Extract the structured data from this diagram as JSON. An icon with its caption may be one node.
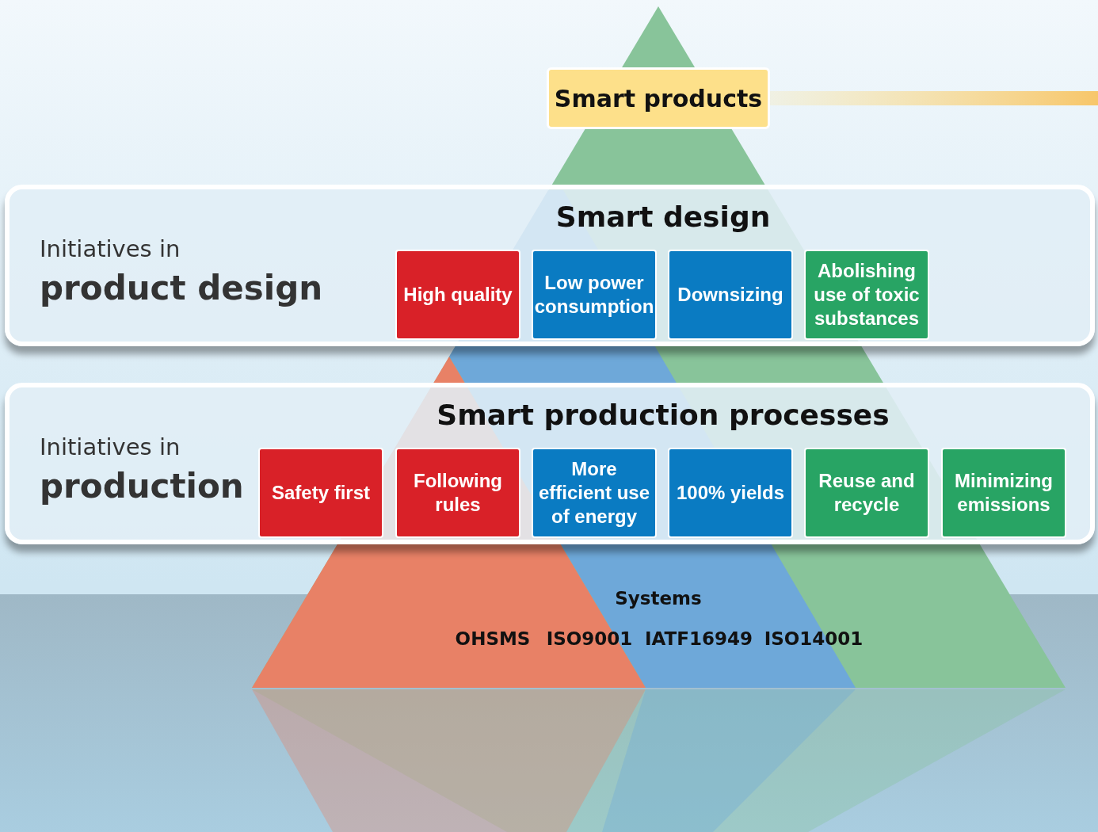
{
  "diagram": {
    "nodes": [
      {
        "text": [
          "Smart products"
        ]
      },
      {
        "text": [
          "Initiatives in",
          "product design",
          "Smart design"
        ]
      },
      {
        "text": [
          "High quality"
        ],
        "in": 1
      },
      {
        "text": [
          "Low power consumption"
        ],
        "in": 1
      },
      {
        "text": [
          "Downsizing"
        ],
        "in": 1
      },
      {
        "text": [
          "Abolishing use of toxic substances"
        ],
        "in": 1
      },
      {
        "text": [
          "Initiatives in",
          "production",
          "Smart production processes"
        ]
      },
      {
        "text": [
          "Safety first"
        ],
        "in": 6
      },
      {
        "text": [
          "Following rules"
        ],
        "in": 6
      },
      {
        "text": [
          "More efficient use of energy"
        ],
        "in": 6
      },
      {
        "text": [
          "100% yields"
        ],
        "in": 6
      },
      {
        "text": [
          "Reuse and recycle"
        ],
        "in": 6
      },
      {
        "text": [
          "Minimizing emissions"
        ],
        "in": 6
      }
    ],
    "labels": [
      "Systems",
      "OHSMS",
      "ISO9001",
      "IATF16949",
      "ISO14001"
    ]
  }
}
